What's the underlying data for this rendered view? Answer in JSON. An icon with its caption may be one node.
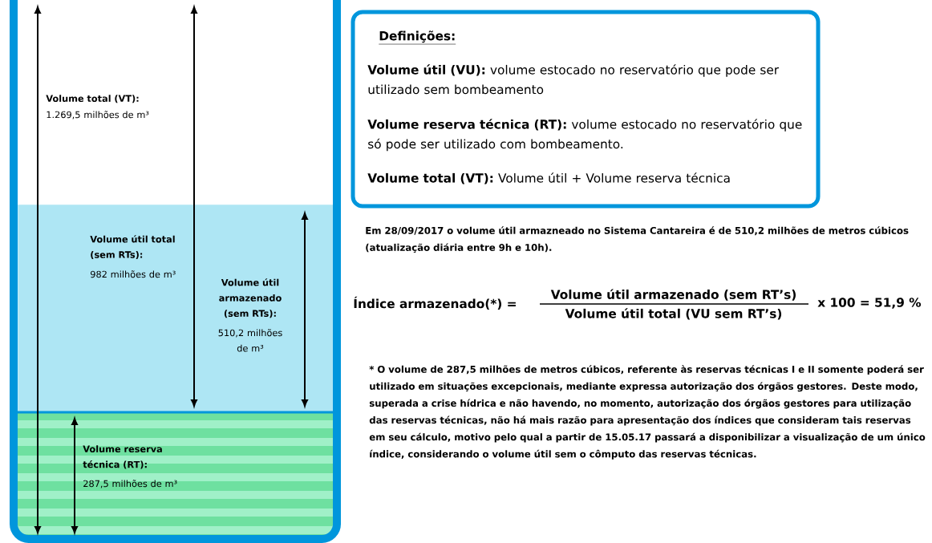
{
  "diagram": {
    "nodes": [
      {
        "text": [
          "Volume total (VT):",
          "1.269,5 milhões de m³"
        ]
      },
      {
        "text": [
          "Volume útil total (sem RTs):",
          "982 milhões de m³",
          "Volume útil armazenado (sem RTs):",
          "510,2 milhões de m³"
        ]
      },
      {
        "text": [
          "Volume reserva técnica (RT):",
          "287,5 milhões de m³"
        ]
      },
      {
        "text": [
          "Definições:",
          "**Volume útil (VU):** volume estocado no reservatório que pode ser utilizado sem bombeamento",
          "**Volume reserva técnica (RT):** volume estocado no reservatório que só pode ser utilizado com bombeamento.",
          "**Volume total (VT):** Volume útil + Volume reserva técnica"
        ]
      }
    ],
    "labels": [
      "Em 28/09/2017 o volume útil armazneado no Sistema Cantareira é de 510,2 milhões de metros cúbicos (atualização diária entre 9h e 10h).",
      "Índice armazenado(*) =",
      "Volume útil armazenado (sem RT’s)",
      "Volume útil total (VU sem RT’s)",
      "x 100 = 51,9 %",
      "* O volume de 287,5 milhões de metros cúbicos, referente às reservas técnicas I e II somente poderá ser utilizado em situações excepcionais, mediante expressa autorização dos órgãos gestores. Deste modo, superada a crise hídrica e não havendo, no momento, autorização dos órgãos gestores para utilização das reservas técnicas, não há mais razão para apresentação dos índices que consideram tais reservas em seu cálculo, motivo pelo qual a partir de 15.05.17 passará a disponibilizar a visualização de um único índice, considerando o volume útil sem o cômputo das reservas técnicas."
    ]
  }
}
